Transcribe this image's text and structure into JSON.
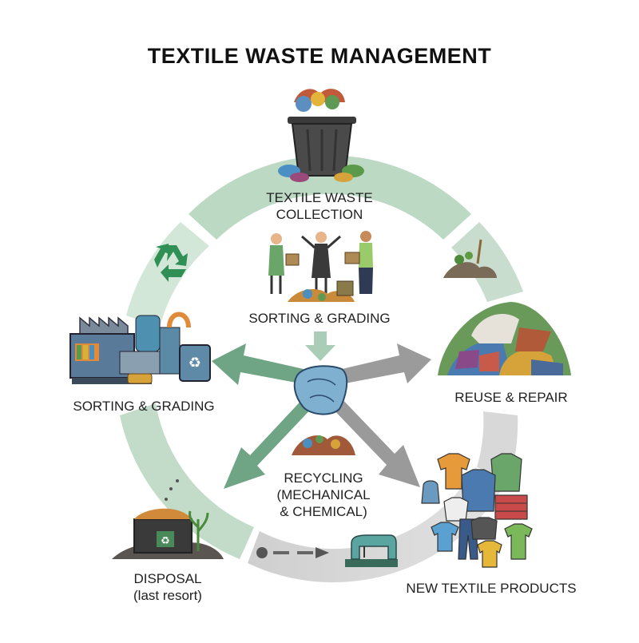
{
  "title": "TEXTILE WASTE MANAGEMENT",
  "labels": {
    "collection_line1": "TEXTILE WASTE",
    "collection_line2": "COLLECTION",
    "sorting_center": "SORTING & GRADING",
    "sorting_left": "SORTING & GRADING",
    "reuse": "REUSE & REPAIR",
    "recycling_line1": "RECYCLING",
    "recycling_line2": "(MECHANICAL",
    "recycling_line3": "& CHEMICAL)",
    "disposal_line1": "DISPOSAL",
    "disposal_line2": "(last resort)",
    "new_products": "NEW TEXTILE PRODUCTS"
  },
  "colors": {
    "ring_green": "#bcd9c4",
    "ring_green_light": "#d3e7d8",
    "ring_gray": "#d6d6d6",
    "arrow_green": "#6fa585",
    "arrow_gray": "#9a9a9a",
    "recycle_green": "#2f8f55"
  },
  "icons": [
    "trash-bin-icon",
    "recycle-symbol-icon",
    "people-sorting-icon",
    "factory-icon",
    "clothes-pile-icon",
    "garments-icon",
    "landfill-icon",
    "sewing-machine-icon",
    "compost-icon"
  ]
}
